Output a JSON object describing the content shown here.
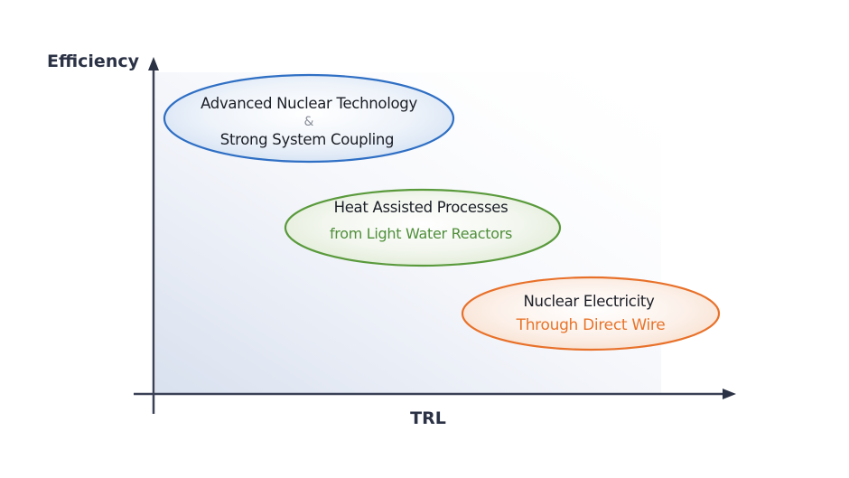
{
  "diagram": {
    "axes": {
      "y_label": "Efficiency",
      "x_label": "TRL",
      "color": "#3a4156"
    },
    "regions": [
      {
        "id": "advanced",
        "line1": "Advanced Nuclear Technology",
        "connector": "&",
        "line2": "Strong System Coupling",
        "border_color": "#2f6fc4",
        "fill_color": "#dce8f6"
      },
      {
        "id": "heat",
        "line1": "Heat Assisted Processes",
        "line2": "from Light Water Reactors",
        "border_color": "#5a9a3c",
        "fill_color": "#e6f0dc",
        "line2_color": "#4f8f3a"
      },
      {
        "id": "electricity",
        "line1": "Nuclear Electricity",
        "line2": "Through Direct Wire",
        "border_color": "#e8712a",
        "fill_color": "#fbe5d6",
        "line2_color": "#e8742a"
      }
    ]
  }
}
